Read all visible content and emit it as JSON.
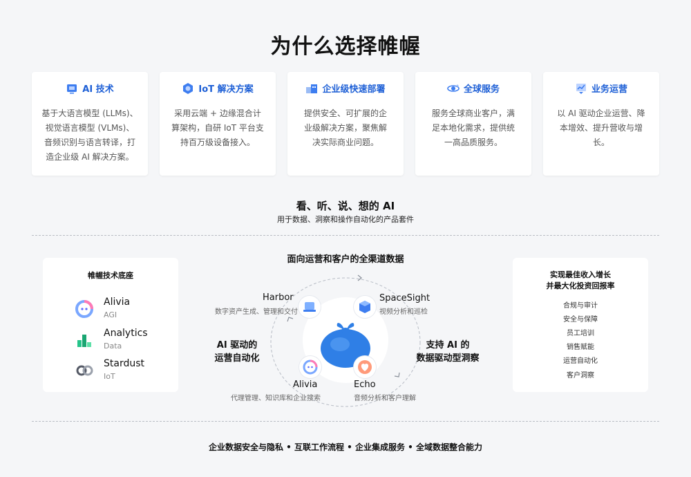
{
  "header": {
    "title": "为什么选择帷幄"
  },
  "features": [
    {
      "title": "AI 技术",
      "icon": "ai-chip-icon",
      "lines": [
        "基于大语言模型 (LLMs)、",
        "视觉语言模型 (VLMs)、",
        "音频识别与语言转译，打",
        "造企业级 AI 解决方案。"
      ]
    },
    {
      "title": "IoT 解决方案",
      "icon": "iot-hub-icon",
      "lines": [
        "采用云端 + 边缘混合计",
        "算架构，自研 IoT 平台支",
        "持百万级设备接入。"
      ]
    },
    {
      "title": "企业级快速部署",
      "icon": "deploy-icon",
      "lines": [
        "提供安全、可扩展的企",
        "业级解决方案，聚焦解",
        "决实际商业问题。"
      ]
    },
    {
      "title": "全球服务",
      "icon": "global-service-icon",
      "lines": [
        "服务全球商业客户，满",
        "足本地化需求，提供统",
        "一高品质服务。"
      ]
    },
    {
      "title": "业务运营",
      "icon": "operation-icon",
      "lines": [
        "以 AI 驱动企业运营、降",
        "本增效、提升营收与增",
        "长。"
      ]
    }
  ],
  "section": {
    "title": "看、听、说、想的 AI",
    "desc": "用于数据、洞察和操作自动化的产品套件"
  },
  "left_panel": {
    "title": "帷幄技术底座",
    "products": [
      {
        "name": "Alivia",
        "category": "AGI"
      },
      {
        "name": "Analytics",
        "category": "Data"
      },
      {
        "name": "Stardust",
        "category": "IoT"
      }
    ]
  },
  "center": {
    "top_label": "面向运营和客户的全渠道数据",
    "left_label": [
      "AI 驱动的",
      "运营自动化"
    ],
    "right_label": [
      "支持 AI 的",
      "数据驱动型洞察"
    ],
    "nodes": {
      "harbor": {
        "name": "Harbor",
        "desc": "数字资产生成、管理和交付"
      },
      "spacesight": {
        "name": "SpaceSight",
        "desc": "视频分析和巡检"
      },
      "alivia": {
        "name": "Alivia",
        "desc": "代理管理、知识库和企业搜索"
      },
      "echo": {
        "name": "Echo",
        "desc": "音频分析和客户理解"
      }
    }
  },
  "right_panel": {
    "title_lines": [
      "实现最佳收入增长",
      "并最大化投资回报率"
    ],
    "items": [
      "合规与审计",
      "安全与保障",
      "员工培训",
      "销售赋能",
      "运营自动化",
      "客户洞察"
    ]
  },
  "footer": {
    "text": "企业数据安全与隐私 • 互联工作流程 • 企业集成服务 • 全域数据整合能力"
  },
  "colors": {
    "accent": "#1d5fd6",
    "mascot": "#2f7fe6"
  }
}
